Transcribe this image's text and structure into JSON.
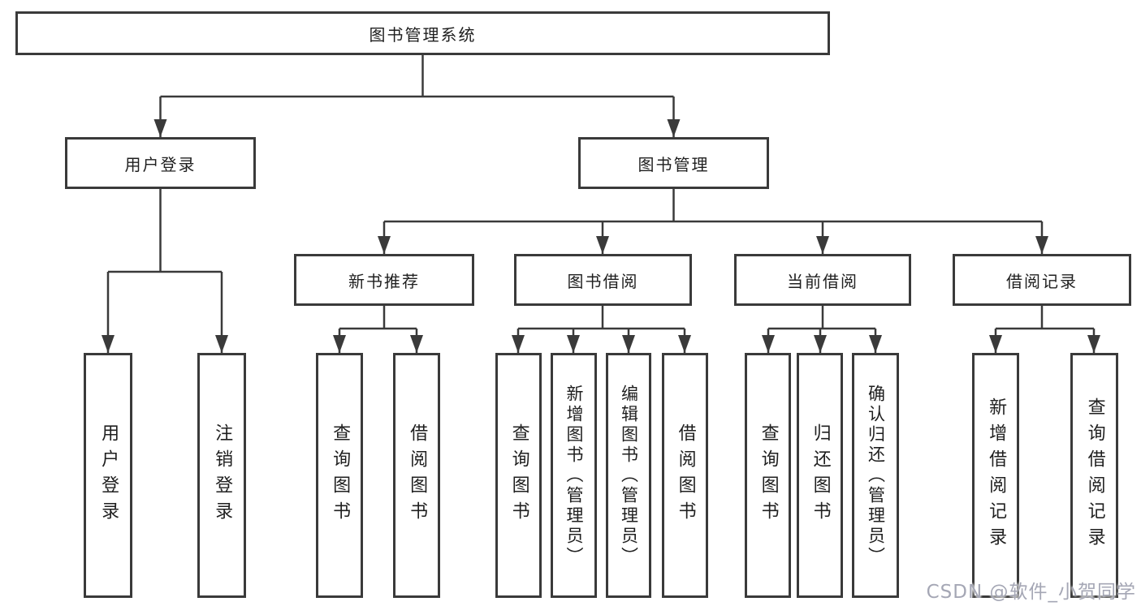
{
  "nodes": {
    "root": {
      "label": "图书管理系统"
    },
    "user_login": {
      "label": "用户登录"
    },
    "book_management": {
      "label": "图书管理"
    },
    "new_book_recommend": {
      "label": "新书推荐"
    },
    "book_borrowing": {
      "label": "图书借阅"
    },
    "current_borrowing": {
      "label": "当前借阅"
    },
    "borrowing_records": {
      "label": "借阅记录"
    }
  },
  "leaves": {
    "user_login": [
      "用户登录",
      "注销登录"
    ],
    "new_book_recommend": [
      "查询图书",
      "借阅图书"
    ],
    "book_borrowing": [
      "查询图书",
      "新增图书（管理员）",
      "编辑图书（管理员）",
      "借阅图书"
    ],
    "current_borrowing": [
      "查询图书",
      "归还图书",
      "确认归还（管理员）"
    ],
    "borrowing_records": [
      "新增借阅记录",
      "查询借阅记录"
    ]
  },
  "watermark": "CSDN @软件_小贺同学",
  "colors": {
    "line": "#3a3a3a",
    "box_border": "#3a3a3a",
    "text": "#1f1f1f",
    "watermark": "#a5a7b5",
    "background": "#ffffff"
  }
}
